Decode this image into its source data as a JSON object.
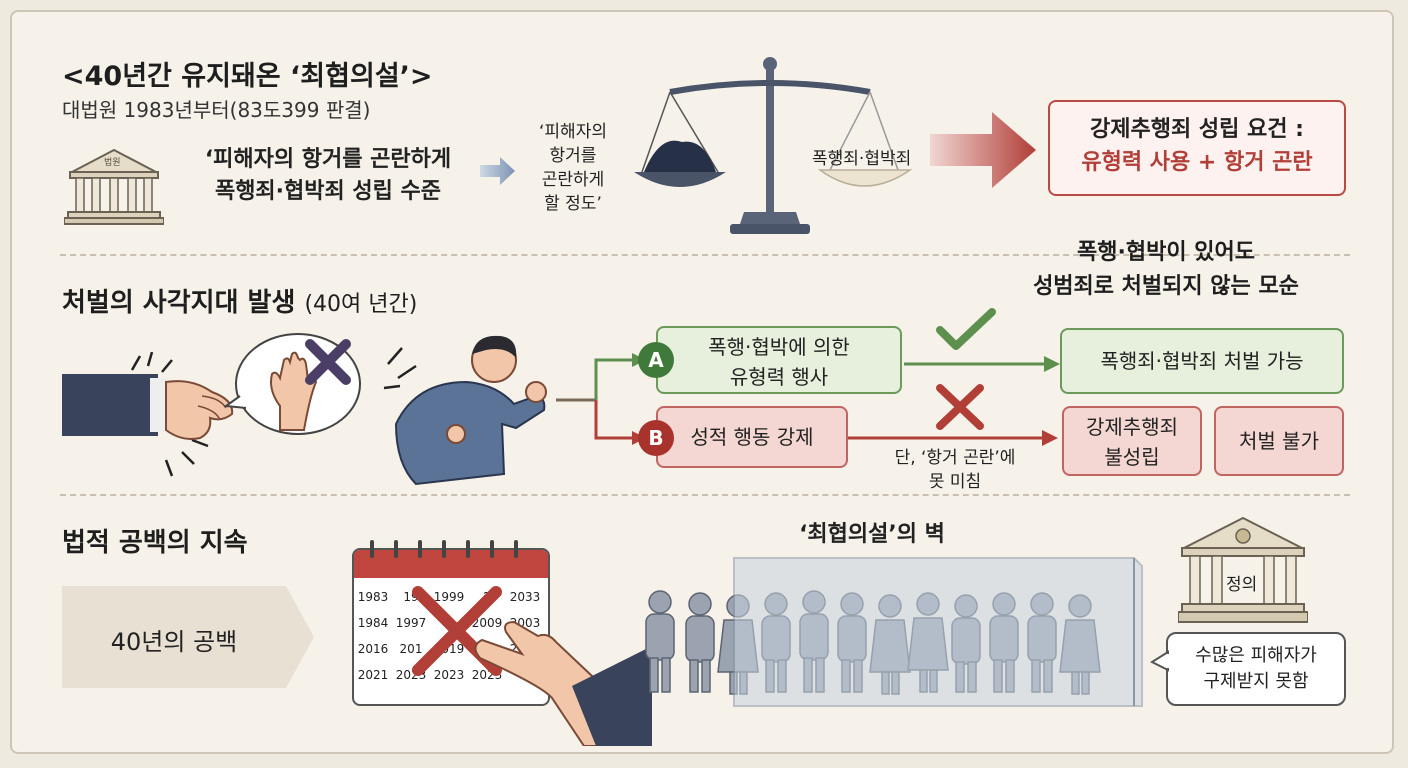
{
  "header": {
    "title": "<40년간 유지돼온 ‘최협의설’>",
    "subtitle": "대법원 1983년부터(83도399 판결)",
    "quote_line1": "‘피해자의 항거를 곤란하게",
    "quote_line2": "폭행죄·협박죄 성립 수준",
    "court_sign": "법원",
    "scale_left_label_lines": [
      "‘피해자의",
      "항거를",
      "곤란하게",
      "할 정도’"
    ],
    "scale_right_label": "폭행죄·협박죄",
    "requirement_line1": "강제추행죄 성립 요건 :",
    "requirement_line2": "유형력 사용 + 항거 곤란"
  },
  "blind_spot": {
    "title": "처벌의 사각지대 발생",
    "title_note": "(40여 년간)",
    "contradiction_line1": "폭행·협박이 있어도",
    "contradiction_line2": "성범죄로 처벌되지 않는 모순",
    "branch_a": {
      "letter": "A",
      "label_line1": "폭행·협박에 의한",
      "label_line2": "유형력 행사",
      "result": "폭행죄·협박죄 처벌 가능"
    },
    "branch_b": {
      "letter": "B",
      "label": "성적 행동 강제",
      "note_line1": "단, ‘항거 곤란’에",
      "note_line2": "못 미침",
      "result_line1": "강제추행죄",
      "result_line2": "불성립",
      "result2": "처벌 불가"
    }
  },
  "legal_gap": {
    "title": "법적 공백의 지속",
    "banner": "40년의 공백",
    "calendar_years": [
      [
        "1983",
        "19",
        "1999",
        "2",
        "2033"
      ],
      [
        "1984",
        "1997",
        "",
        "2009",
        "2003"
      ],
      [
        "2016",
        "201",
        "2019",
        "",
        "2023"
      ],
      [
        "2021",
        "2023",
        "2023",
        "2023",
        ""
      ]
    ],
    "wall_label": "‘최협의설’의 벽",
    "justice_sign": "정의",
    "victims_line1": "수많은 피해자가",
    "victims_line2": "구제받지 못함"
  },
  "colors": {
    "red": "#b84a44",
    "green": "#5d8f4e",
    "navy": "#2f3a55",
    "sweater": "#5a7396"
  }
}
